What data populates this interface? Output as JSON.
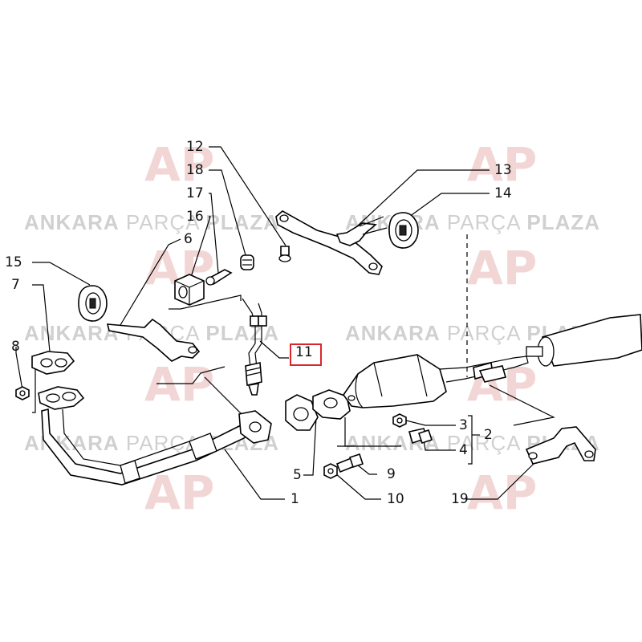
{
  "watermark": {
    "brand_bold": "ANKARA",
    "brand_light": "PARÇA",
    "brand_bold2": "PLAZA",
    "logo_text": "AP"
  },
  "callouts": [
    {
      "id": "1",
      "label": "1"
    },
    {
      "id": "2",
      "label": "2"
    },
    {
      "id": "3",
      "label": "3"
    },
    {
      "id": "4",
      "label": "4"
    },
    {
      "id": "5",
      "label": "5"
    },
    {
      "id": "6",
      "label": "6"
    },
    {
      "id": "7",
      "label": "7"
    },
    {
      "id": "8",
      "label": "8"
    },
    {
      "id": "9",
      "label": "9"
    },
    {
      "id": "10",
      "label": "10"
    },
    {
      "id": "11",
      "label": "11"
    },
    {
      "id": "12",
      "label": "12"
    },
    {
      "id": "13",
      "label": "13"
    },
    {
      "id": "14",
      "label": "14"
    },
    {
      "id": "15",
      "label": "15"
    },
    {
      "id": "16",
      "label": "16"
    },
    {
      "id": "17",
      "label": "17"
    },
    {
      "id": "18",
      "label": "18"
    },
    {
      "id": "19",
      "label": "19"
    }
  ],
  "highlighted_part": "11",
  "colors": {
    "highlight": "#d9262c",
    "watermark_text": "#d0d0d0",
    "watermark_logo": "#f2d6d6",
    "line": "#000000"
  }
}
